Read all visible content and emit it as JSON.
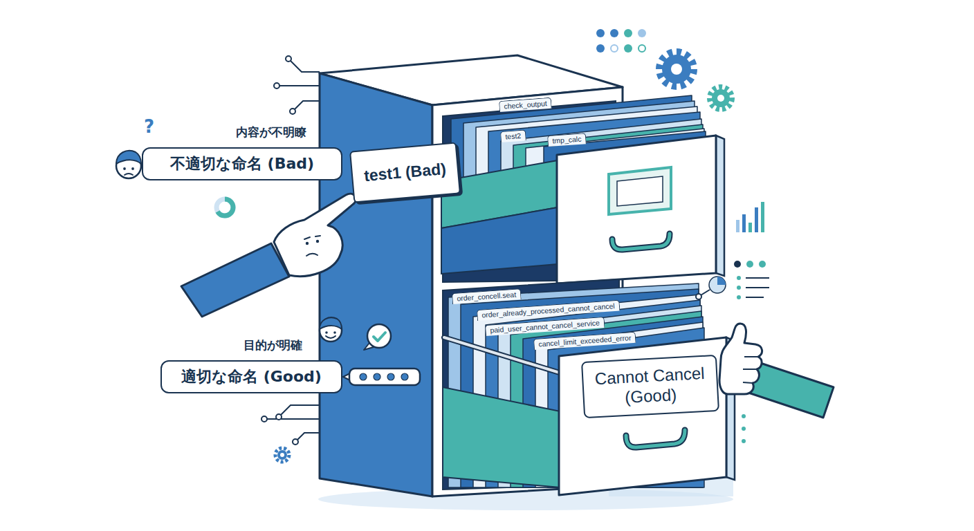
{
  "diagram": {
    "nodes": [
      {
        "text": [
          "内容が不明瞭",
          "不適切な命名 (Bad)"
        ]
      },
      {
        "text": [
          "test1 (Bad)"
        ]
      },
      {
        "text": [
          "check_output"
        ]
      },
      {
        "text": [
          "test2"
        ]
      },
      {
        "text": [
          "tmp_calc"
        ]
      },
      {
        "text": [
          "目的が明確",
          "適切な命名 (Good)"
        ]
      },
      {
        "text": [
          "order_concell.seat"
        ]
      },
      {
        "text": [
          "order_already_processed_cannot_cancel"
        ]
      },
      {
        "text": [
          "paid_user_cannot_cancel_service"
        ]
      },
      {
        "text": [
          "cancel_limit_exceeded_error"
        ]
      },
      {
        "text": [
          "Cannot Cancel (Good)"
        ]
      }
    ],
    "labels": [
      "?"
    ]
  }
}
